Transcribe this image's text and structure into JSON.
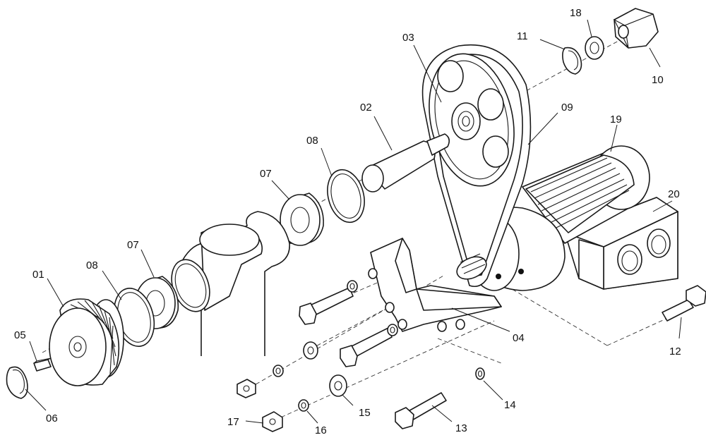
{
  "callouts": {
    "c01": "01",
    "c02": "02",
    "c03": "03",
    "c04": "04",
    "c05": "05",
    "c06": "06",
    "c07a": "07",
    "c07b": "07",
    "c08a": "08",
    "c08b": "08",
    "c09": "09",
    "c10": "10",
    "c11": "11",
    "c12": "12",
    "c13": "13",
    "c14": "14",
    "c15": "15",
    "c16": "16",
    "c17": "17",
    "c18": "18",
    "c19": "19",
    "c20": "20"
  },
  "colors": {
    "line": "#1a1a1a",
    "background": "#ffffff"
  },
  "icons": [
    "exploded-parts-diagram"
  ]
}
